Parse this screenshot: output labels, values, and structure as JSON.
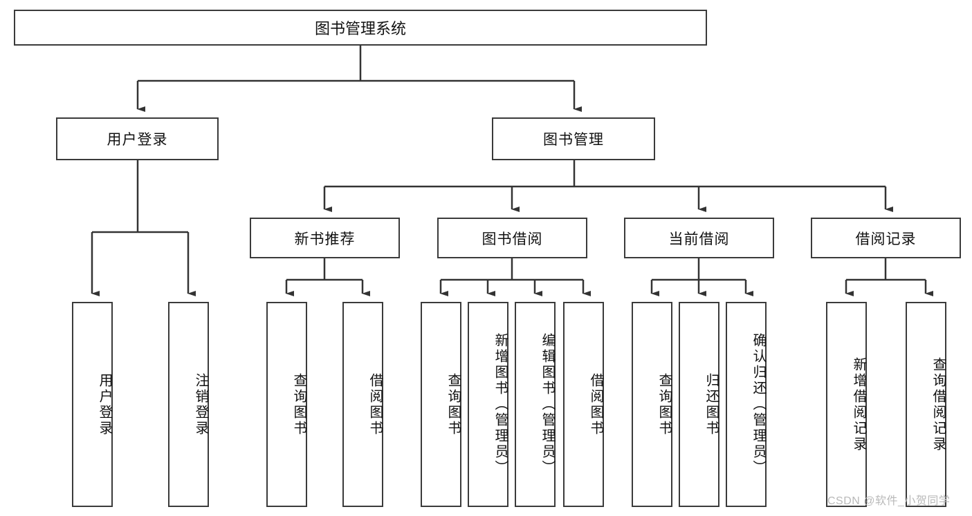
{
  "diagram": {
    "type": "tree",
    "title": "图书管理系统",
    "root": {
      "id": "root",
      "label": "图书管理系统"
    },
    "level2": [
      {
        "id": "user-login",
        "label": "用户登录"
      },
      {
        "id": "book-admin",
        "label": "图书管理"
      }
    ],
    "level3": [
      {
        "id": "new-book-rec",
        "label": "新书推荐"
      },
      {
        "id": "book-borrow",
        "label": "图书借阅"
      },
      {
        "id": "current-borrow",
        "label": "当前借阅"
      },
      {
        "id": "borrow-record",
        "label": "借阅记录"
      }
    ],
    "leaves": {
      "user_login": [
        {
          "id": "leaf-user-login",
          "label": "用户登录"
        },
        {
          "id": "leaf-logout",
          "label": "注销登录"
        }
      ],
      "new_book_rec": [
        {
          "id": "leaf-query-book-1",
          "label": "查询图书"
        },
        {
          "id": "leaf-borrow-book-1",
          "label": "借阅图书"
        }
      ],
      "book_borrow": [
        {
          "id": "leaf-query-book-2",
          "label": "查询图书"
        },
        {
          "id": "leaf-add-book",
          "label": "新增图书（管理员）"
        },
        {
          "id": "leaf-edit-book",
          "label": "编辑图书（管理员）"
        },
        {
          "id": "leaf-borrow-book-2",
          "label": "借阅图书"
        }
      ],
      "current_borrow": [
        {
          "id": "leaf-query-book-3",
          "label": "查询图书"
        },
        {
          "id": "leaf-return-book",
          "label": "归还图书"
        },
        {
          "id": "leaf-confirm-return",
          "label": "确认归还（管理员）"
        }
      ],
      "borrow_record": [
        {
          "id": "leaf-add-record",
          "label": "新增借阅记录"
        },
        {
          "id": "leaf-query-record",
          "label": "查询借阅记录"
        }
      ]
    },
    "colors": {
      "box_border": "#3a3a3a",
      "connector": "#333333",
      "background": "#ffffff",
      "text": "#111111",
      "watermark": "#b9b9b9"
    }
  },
  "watermark": {
    "text": "CSDN @软件_小贺同学"
  }
}
